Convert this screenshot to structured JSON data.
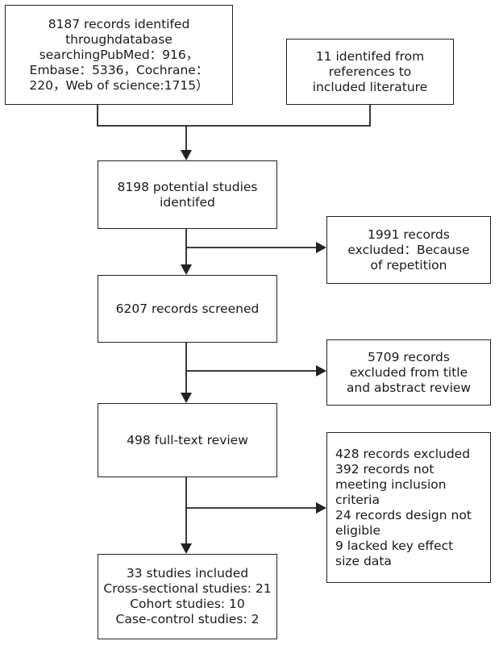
{
  "boxes": {
    "identified_db": [
      "8187 records identifed",
      "throughdatabase",
      "searchingPubMed：916，",
      "Embase：5336，Cochrane：",
      "220，Web of science:1715）"
    ],
    "identified_refs": [
      "11 identifed from",
      "references to",
      "included literature"
    ],
    "potential": [
      "8198 potential studies",
      "identifed"
    ],
    "excluded_repetition": [
      "1991 records",
      "excluded：Because",
      "of repetition"
    ],
    "screened": [
      "6207 records screened"
    ],
    "excluded_title": [
      "5709 records",
      "excluded from title",
      "and abstract review"
    ],
    "fulltext": [
      "498 full-text review"
    ],
    "excluded_fulltext": [
      "428 records excluded",
      "392 records not",
      "meeting inclusion",
      "criteria",
      "24 records design not",
      "eligible",
      "9 lacked key effect",
      "size data"
    ],
    "included": [
      "33 studies included",
      "Cross-sectional studies: 21",
      "Cohort studies: 10",
      "Case-control studies: 2"
    ]
  }
}
